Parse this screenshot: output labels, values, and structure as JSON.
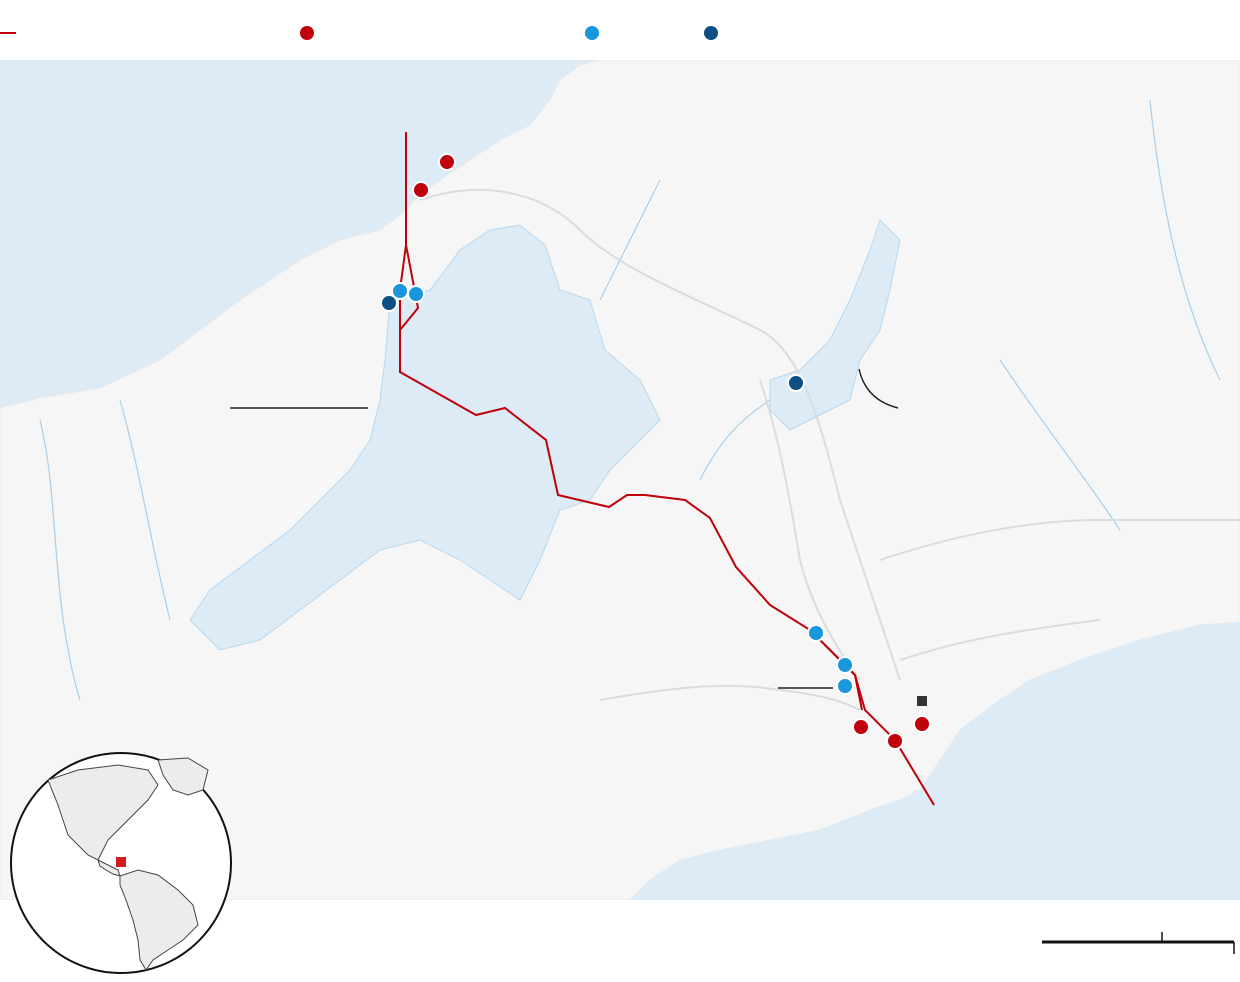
{
  "colors": {
    "water": "#dcebf6",
    "land": "#f7f7f7",
    "river": "#a9cfe8",
    "road": "#dedede",
    "canal": "#c0000b",
    "locks_pacific_atlantic": "#c0000b",
    "port": "#1a96dd",
    "dam": "#0d4f82",
    "city_marker": "#333333",
    "globe_highlight": "#d01c1c"
  },
  "legend": {
    "canal_label": "",
    "locks_label": "",
    "ports_label": "",
    "dams_label": ""
  },
  "map": {
    "locks": [
      {
        "name": "",
        "role": "lock"
      },
      {
        "name": "",
        "role": "lock"
      },
      {
        "name": "",
        "role": "lock"
      },
      {
        "name": "",
        "role": "lock"
      },
      {
        "name": "",
        "role": "lock"
      }
    ],
    "ports": [
      {
        "name": "",
        "role": "port"
      },
      {
        "name": "",
        "role": "port"
      },
      {
        "name": "",
        "role": "port"
      },
      {
        "name": "",
        "role": "port"
      },
      {
        "name": "",
        "role": "port"
      }
    ],
    "dams": [
      {
        "name": "",
        "role": "dam"
      },
      {
        "name": "",
        "role": "dam"
      }
    ]
  },
  "scale_bar": {
    "label_left": "",
    "label_right": ""
  }
}
